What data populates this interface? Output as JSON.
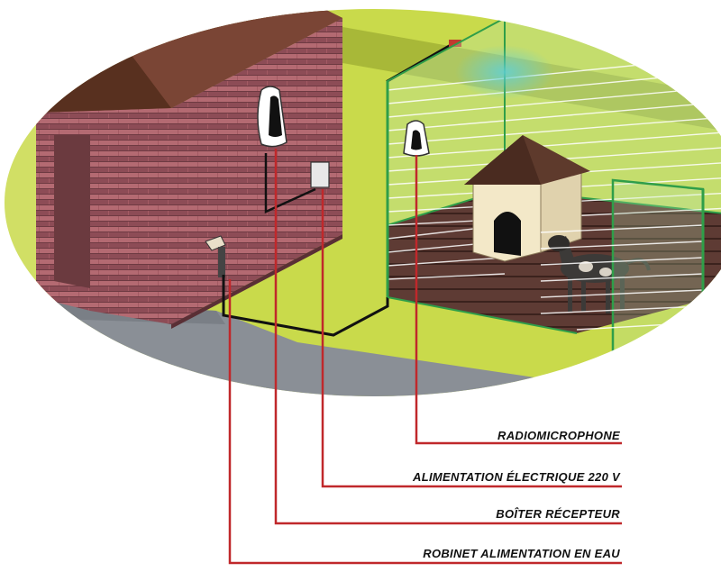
{
  "callouts": {
    "radiomicrophone": "RADIOMICROPHONE",
    "power_supply": "ALIMENTATION ÉLECTRIQUE 220 V",
    "receiver_box": "BOÎTER RÉCEPTEUR",
    "water_tap": "ROBINET ALIMENTATION EN EAU"
  },
  "colors": {
    "callout_line": "#c0282b",
    "lawn": "#c8d94a",
    "brick": "#9a5560",
    "roof": "#6b3b2e",
    "fence": "#3fae5a"
  }
}
